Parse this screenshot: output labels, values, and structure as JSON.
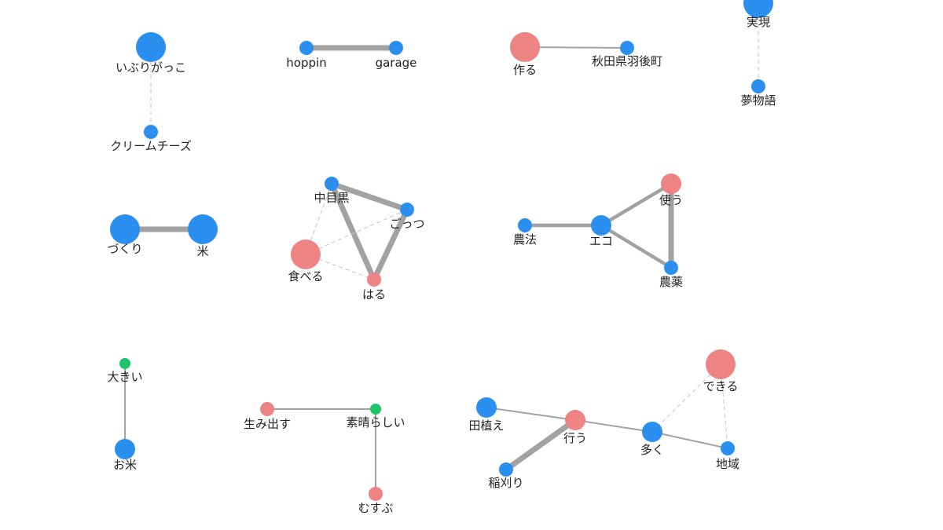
{
  "colors": {
    "blue": "#2b8fef",
    "red": "#ee8383",
    "green": "#1ec46b",
    "edge_strong": "#a2a2a2",
    "edge_dashed": "#c4c4c4",
    "text": "#222222"
  },
  "graph": {
    "nodes": [
      {
        "id": "iburigakko",
        "label": "いぶりがっこ",
        "color": "blue",
        "size": "large"
      },
      {
        "id": "cream_cheese",
        "label": "クリームチーズ",
        "color": "blue",
        "size": "small"
      },
      {
        "id": "hoppin",
        "label": "hoppin",
        "color": "blue",
        "size": "small"
      },
      {
        "id": "garage",
        "label": "garage",
        "color": "blue",
        "size": "small"
      },
      {
        "id": "tsukuru",
        "label": "作る",
        "color": "red",
        "size": "large"
      },
      {
        "id": "ugo",
        "label": "秋田県羽後町",
        "color": "blue",
        "size": "small"
      },
      {
        "id": "jitsugen",
        "label": "実現",
        "color": "blue",
        "size": "large"
      },
      {
        "id": "yume",
        "label": "夢物語",
        "color": "blue",
        "size": "small"
      },
      {
        "id": "zukuri",
        "label": "づくり",
        "color": "blue",
        "size": "large"
      },
      {
        "id": "kome",
        "label": "米",
        "color": "blue",
        "size": "large"
      },
      {
        "id": "nakameguro",
        "label": "中目黒",
        "color": "blue",
        "size": "small"
      },
      {
        "id": "gottsu",
        "label": "ごっつ",
        "color": "blue",
        "size": "small"
      },
      {
        "id": "taberu",
        "label": "食べる",
        "color": "red",
        "size": "large"
      },
      {
        "id": "haru",
        "label": "はる",
        "color": "red",
        "size": "small"
      },
      {
        "id": "noho",
        "label": "農法",
        "color": "blue",
        "size": "small"
      },
      {
        "id": "eco",
        "label": "エコ",
        "color": "blue",
        "size": "medium"
      },
      {
        "id": "tsukau",
        "label": "使う",
        "color": "red",
        "size": "medium"
      },
      {
        "id": "noyaku",
        "label": "農薬",
        "color": "blue",
        "size": "small"
      },
      {
        "id": "ookii",
        "label": "大きい",
        "color": "green",
        "size": "tiny"
      },
      {
        "id": "okome",
        "label": "お米",
        "color": "blue",
        "size": "medium"
      },
      {
        "id": "umidasu",
        "label": "生み出す",
        "color": "red",
        "size": "small"
      },
      {
        "id": "subarashii",
        "label": "素晴らしい",
        "color": "green",
        "size": "tiny"
      },
      {
        "id": "musubu",
        "label": "むすぶ",
        "color": "red",
        "size": "small"
      },
      {
        "id": "dekiru",
        "label": "できる",
        "color": "red",
        "size": "large"
      },
      {
        "id": "taue",
        "label": "田植え",
        "color": "blue",
        "size": "medium"
      },
      {
        "id": "okonau",
        "label": "行う",
        "color": "red",
        "size": "medium"
      },
      {
        "id": "ooku",
        "label": "多く",
        "color": "blue",
        "size": "medium"
      },
      {
        "id": "chiiki",
        "label": "地域",
        "color": "blue",
        "size": "small"
      },
      {
        "id": "inekari",
        "label": "稲刈り",
        "color": "blue",
        "size": "small"
      }
    ],
    "edges": [
      {
        "source": "iburigakko",
        "target": "cream_cheese",
        "style": "dashed"
      },
      {
        "source": "hoppin",
        "target": "garage",
        "style": "thick"
      },
      {
        "source": "tsukuru",
        "target": "ugo",
        "style": "thin"
      },
      {
        "source": "jitsugen",
        "target": "yume",
        "style": "dashed"
      },
      {
        "source": "zukuri",
        "target": "kome",
        "style": "thick"
      },
      {
        "source": "nakameguro",
        "target": "gottsu",
        "style": "thick"
      },
      {
        "source": "nakameguro",
        "target": "haru",
        "style": "thick"
      },
      {
        "source": "gottsu",
        "target": "haru",
        "style": "thick"
      },
      {
        "source": "nakameguro",
        "target": "taberu",
        "style": "dashed"
      },
      {
        "source": "taberu",
        "target": "gottsu",
        "style": "dashed"
      },
      {
        "source": "taberu",
        "target": "haru",
        "style": "dashed"
      },
      {
        "source": "noho",
        "target": "eco",
        "style": "medium"
      },
      {
        "source": "eco",
        "target": "tsukau",
        "style": "medium"
      },
      {
        "source": "eco",
        "target": "noyaku",
        "style": "medium"
      },
      {
        "source": "tsukau",
        "target": "noyaku",
        "style": "thick"
      },
      {
        "source": "ookii",
        "target": "okome",
        "style": "thin"
      },
      {
        "source": "umidasu",
        "target": "subarashii",
        "style": "thin"
      },
      {
        "source": "subarashii",
        "target": "musubu",
        "style": "thin"
      },
      {
        "source": "taue",
        "target": "okonau",
        "style": "thin"
      },
      {
        "source": "okonau",
        "target": "ooku",
        "style": "thin"
      },
      {
        "source": "ooku",
        "target": "chiiki",
        "style": "thin"
      },
      {
        "source": "okonau",
        "target": "inekari",
        "style": "thick"
      },
      {
        "source": "ooku",
        "target": "dekiru",
        "style": "dashed"
      },
      {
        "source": "dekiru",
        "target": "chiiki",
        "style": "dashed"
      }
    ]
  }
}
